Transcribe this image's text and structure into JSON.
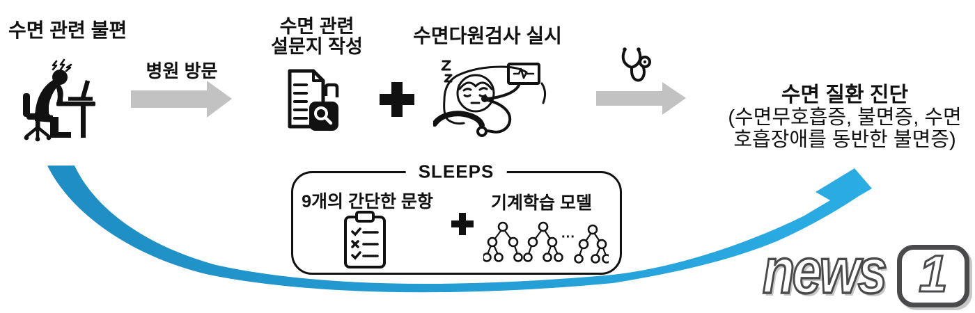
{
  "steps": {
    "discomfort": "수면 관련 불편",
    "visit": "병원 방문",
    "questionnaire_line1": "수면 관련",
    "questionnaire_line2": "설문지 작성",
    "polysomnography": "수면다원검사 실시",
    "diagnosis_title": "수면 질환 진단",
    "diagnosis_sub1": "(수면무호흡증, 불면증, 수면",
    "diagnosis_sub2": "호흡장애를 동반한 불면증)"
  },
  "sleeps": {
    "title": "SLEEPS",
    "questions": "9개의 간단한 문항",
    "model": "기계학습 모델",
    "plus": "+",
    "dots": "···"
  },
  "plus": "+",
  "logo": {
    "text": "news",
    "one": "1"
  },
  "colors": {
    "black": "#111111",
    "gray_arrow": "#c2c2c2",
    "swoosh_start": "#1e8dc3",
    "swoosh_end": "#2aade4",
    "logo_outline": "#4a4a4c"
  },
  "icons": [
    "person-sleepy-at-desk-icon",
    "document-search-icon",
    "sleeping-patient-monitor-icon",
    "stethoscope-icon",
    "clipboard-checklist-icon",
    "decision-tree-icons",
    "curved-arrow-icon",
    "block-arrow-icon"
  ]
}
